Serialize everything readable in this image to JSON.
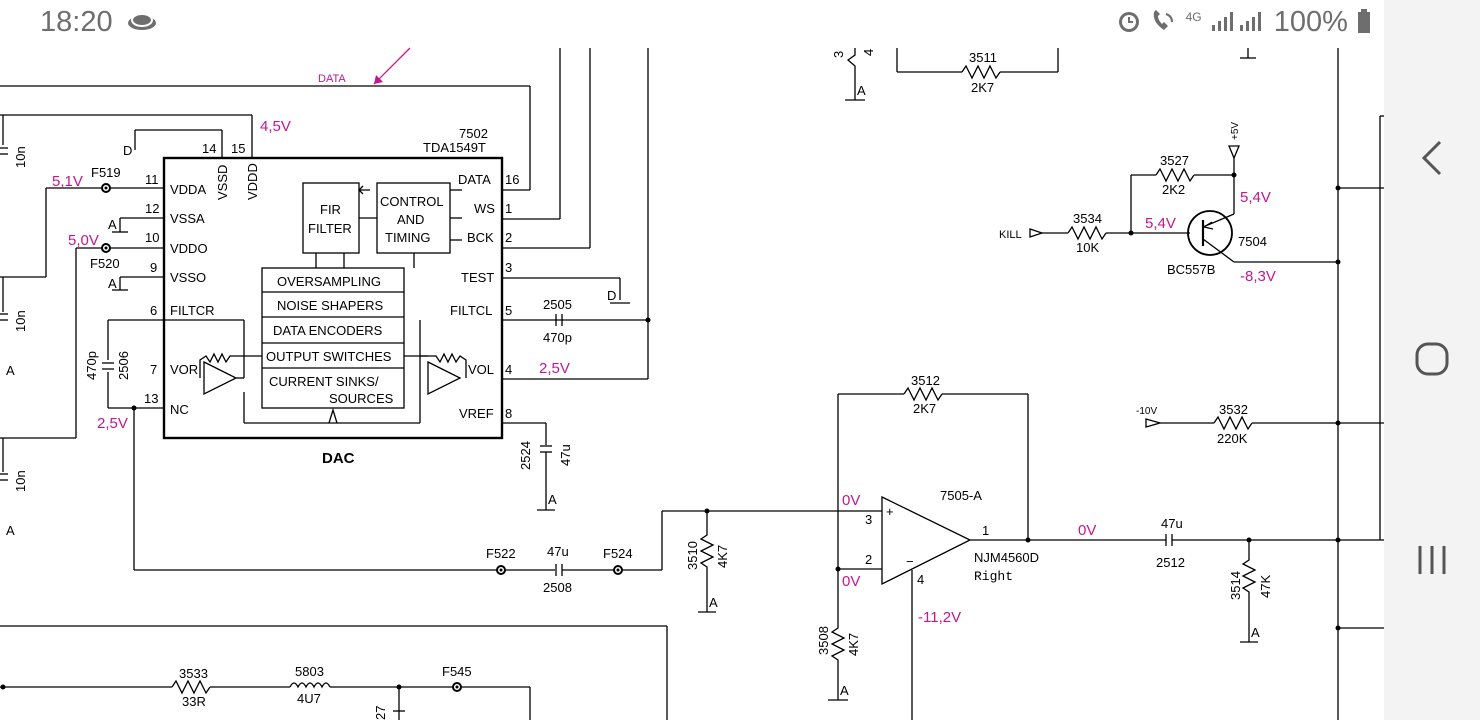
{
  "status": {
    "time": "18:20",
    "network": "4G",
    "battery": "100%",
    "icons": [
      "weather-icon",
      "alarm-icon",
      "wifi-call-icon",
      "signal-icon",
      "battery-icon"
    ]
  },
  "nav": {
    "icons": [
      "back-icon",
      "home-icon",
      "recents-icon"
    ]
  },
  "schematic": {
    "data_arrow": "DATA",
    "dac": {
      "ref": "7502",
      "part": "TDA1549T",
      "title": "DAC",
      "pins_left": [
        {
          "num": "11",
          "name": "VDDA"
        },
        {
          "num": "12",
          "name": "VSSA"
        },
        {
          "num": "10",
          "name": "VDDO"
        },
        {
          "num": "9",
          "name": "VSSO"
        },
        {
          "num": "6",
          "name": "FILTCR"
        },
        {
          "num": "7",
          "name": "VOR"
        },
        {
          "num": "13",
          "name": "NC"
        }
      ],
      "pins_right": [
        {
          "num": "16",
          "name": "DATA"
        },
        {
          "num": "1",
          "name": "WS"
        },
        {
          "num": "2",
          "name": "BCK"
        },
        {
          "num": "3",
          "name": "TEST"
        },
        {
          "num": "5",
          "name": "FILTCL"
        },
        {
          "num": "4",
          "name": "VOL"
        },
        {
          "num": "8",
          "name": "VREF"
        }
      ],
      "pins_top": [
        {
          "num": "14",
          "name": "VSSD"
        },
        {
          "num": "15",
          "name": "VDDD"
        }
      ],
      "fir": [
        "FIR",
        "FILTER"
      ],
      "control": [
        "CONTROL",
        "AND",
        "TIMING"
      ],
      "blocks": [
        "OVERSAMPLING",
        "NOISE SHAPERS",
        "DATA ENCODERS",
        "OUTPUT SWITCHES",
        "CURRENT SINKS/",
        "SOURCES"
      ]
    },
    "voltages": {
      "v45": "4,5V",
      "v51": "5,1V",
      "v50": "5,0V",
      "v25a": "2,5V",
      "v25b": "2,5V",
      "v54a": "5,4V",
      "v54b": "5,4V",
      "vm83": "-8,3V",
      "v0a": "0V",
      "v0b": "0V",
      "v0c": "0V",
      "vm112": "-11,2V"
    },
    "components": {
      "c10n_1": "10n",
      "c10n_2": "10n",
      "c10n_3": "10n",
      "f519": "F519",
      "f520": "F520",
      "f522": "F522",
      "f524": "F524",
      "f545": "F545",
      "c2505": "2505",
      "c2505v": "470p",
      "c2506": "2506",
      "c2506v": "470p",
      "c2524": "2524",
      "c2524v": "47u",
      "c2508": "2508",
      "c2508v": "47u",
      "c2512": "2512",
      "c2512v": "47u",
      "r3511": "3511",
      "r3511v": "2K7",
      "r3527": "3527",
      "r3527v": "2K2",
      "r3534": "3534",
      "r3534v": "10K",
      "r3512": "3512",
      "r3512v": "2K7",
      "r3532": "3532",
      "r3532v": "220K",
      "r3510": "3510",
      "r3510v": "4K7",
      "r3508": "3508",
      "r3508v": "4K7",
      "r3514": "3514",
      "r3514v": "47K",
      "r3533": "3533",
      "r3533v": "33R",
      "l5803": "5803",
      "l5803v": "4U7",
      "q7504": "7504",
      "q7504v": "BC557B",
      "opamp": "7505-A",
      "opamp_part": "NJM4560D",
      "opamp_side": "Right",
      "p3": "3",
      "p2": "2",
      "p1": "1",
      "p4": "4",
      "kill": "KILL",
      "plus5": "+5V",
      "minus10": "-10V",
      "gnd_a": "A",
      "gnd_d": "D",
      "top_num_3": "3",
      "top_num_4": "4",
      "c27": "27"
    }
  }
}
